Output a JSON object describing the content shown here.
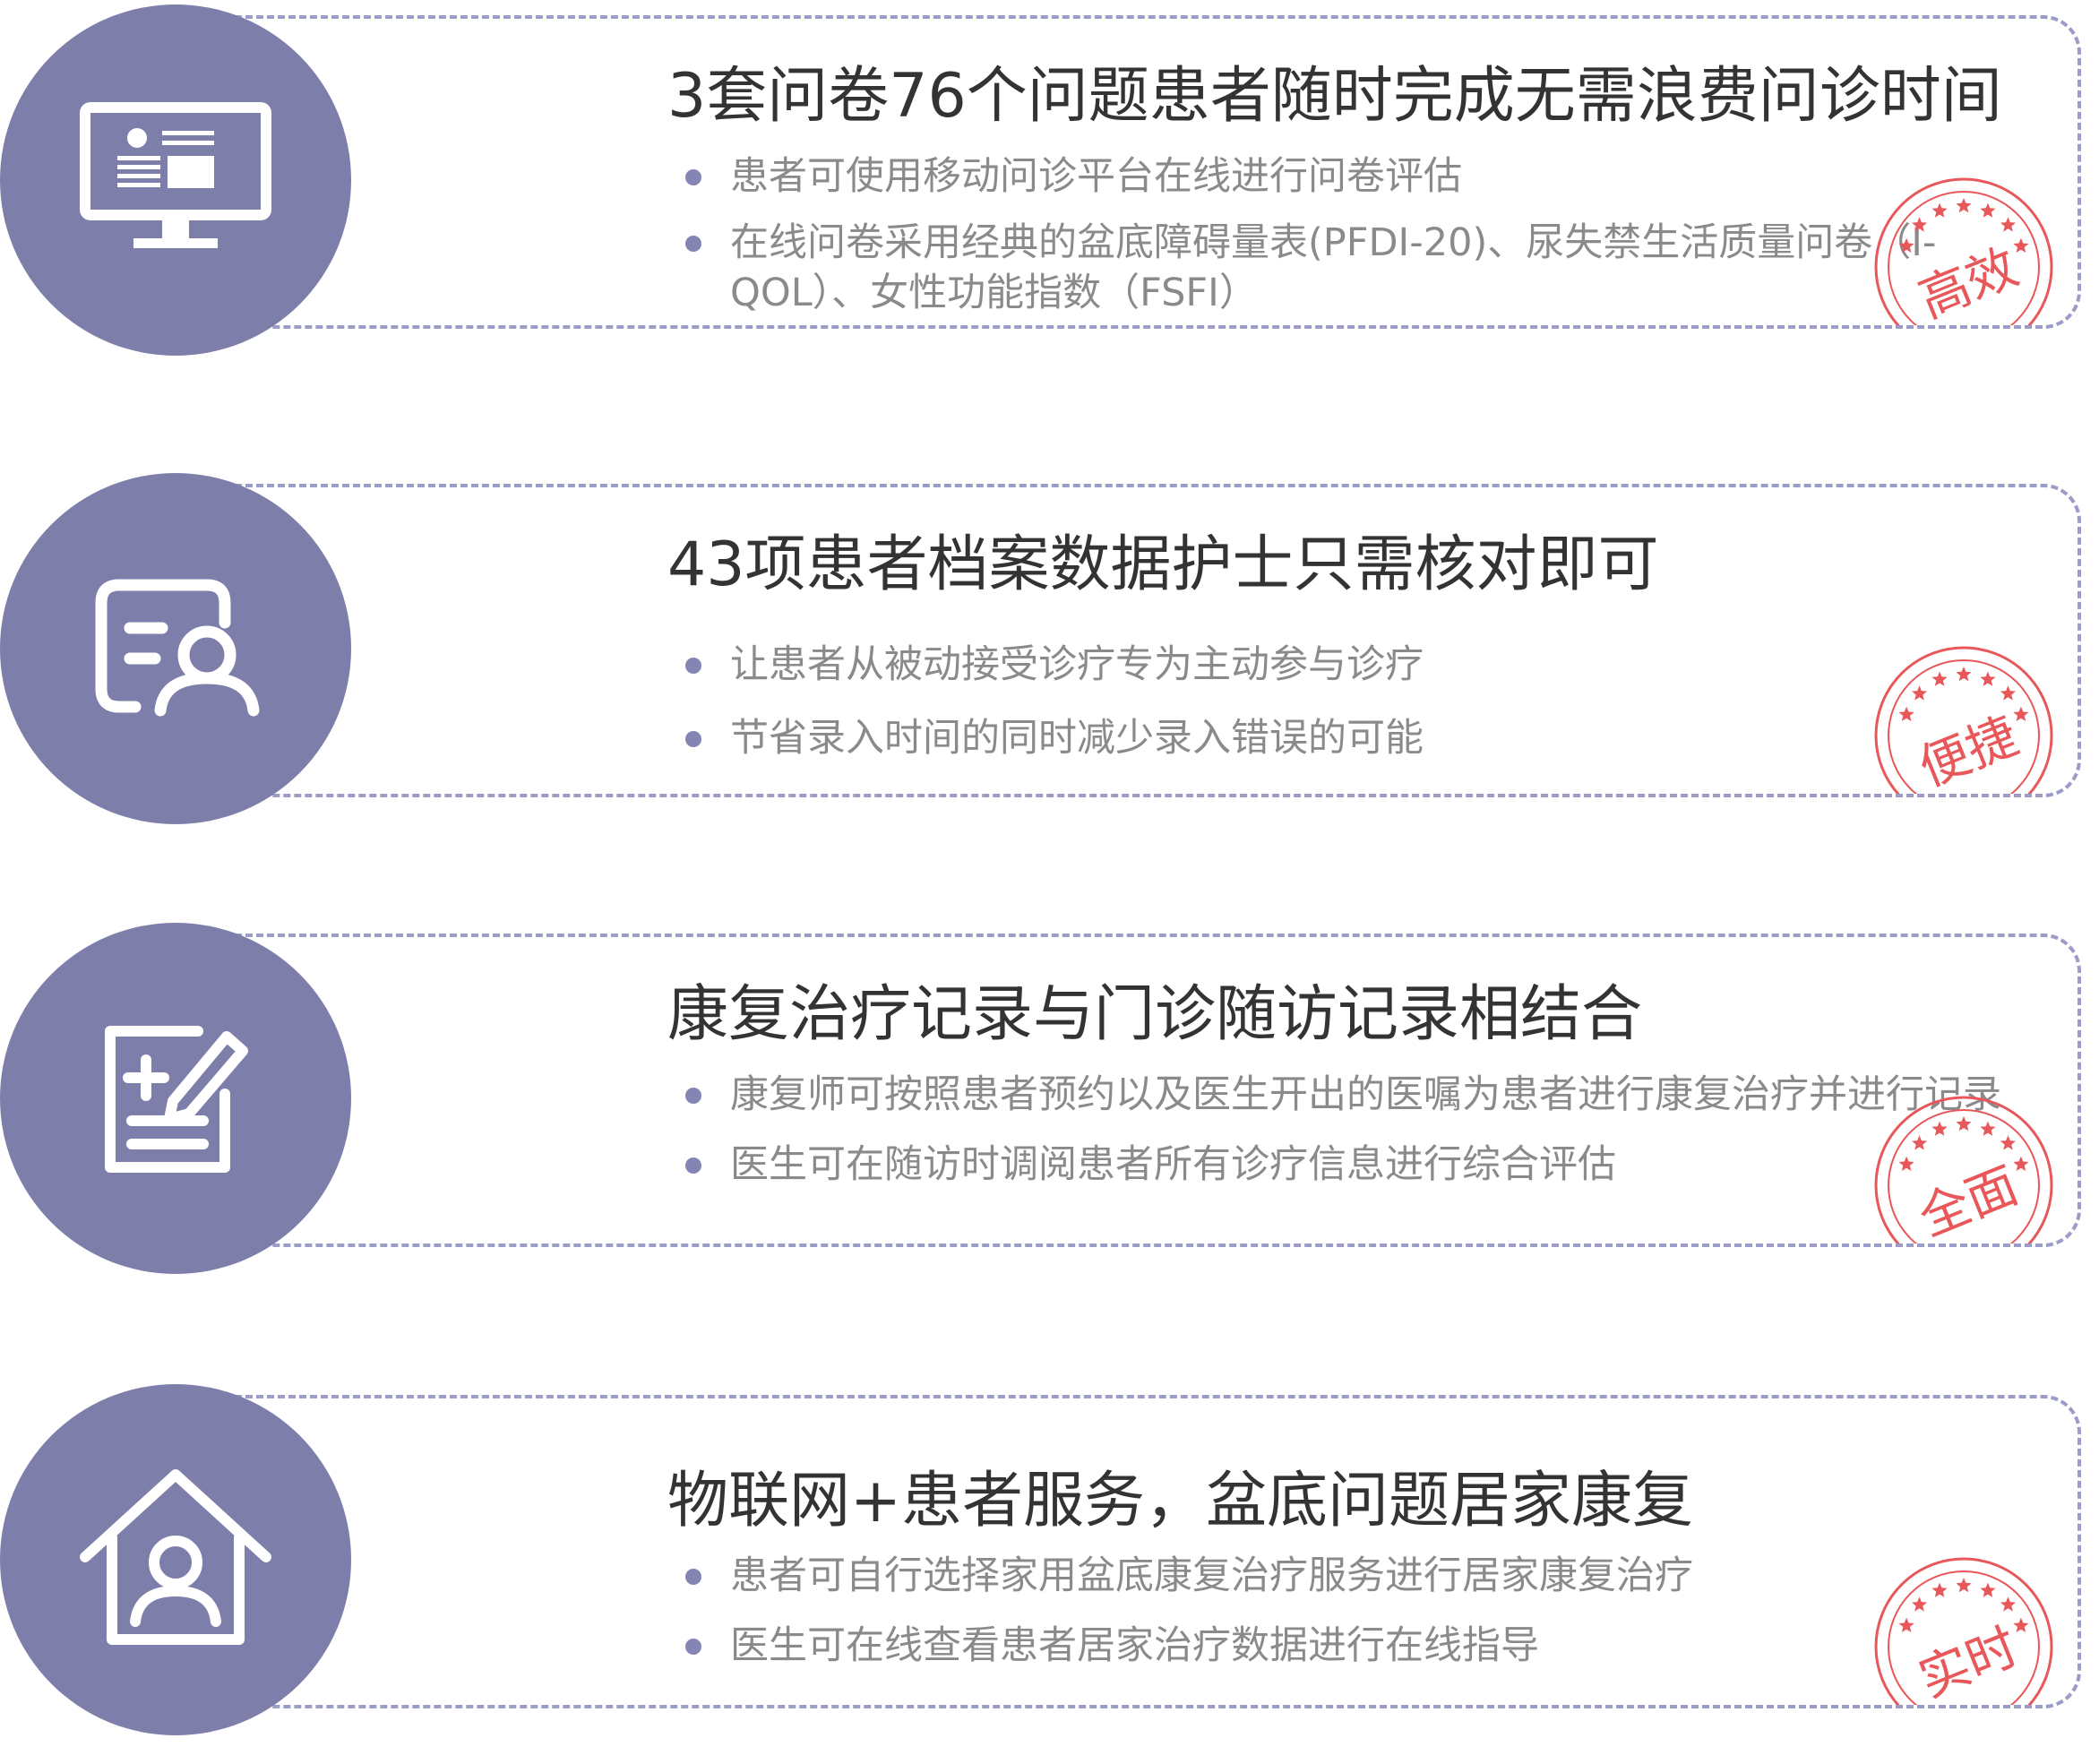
{
  "colors": {
    "circle": "#7e7eab",
    "border": "#9c9cc8",
    "bullet_dot": "#8585b5",
    "title": "#333333",
    "text": "#8a8a8a",
    "stamp": "#e8575a"
  },
  "sections": [
    {
      "icon": "monitor-icon",
      "title": "3套问卷76个问题患者随时完成无需浪费问诊时间",
      "bullets": [
        "患者可使用移动问诊平台在线进行问卷评估",
        "在线问卷采用经典的盆底障碍量表(PFDI-20)、尿失禁生活质量问卷（I-QOL）、女性功能指数（FSFI）"
      ],
      "stamp": "高效"
    },
    {
      "icon": "profile-card-icon",
      "title": "43项患者档案数据护士只需核对即可",
      "bullets": [
        "让患者从被动接受诊疗专为主动参与诊疗",
        "节省录入时间的同时减少录入错误的可能"
      ],
      "stamp": "便捷"
    },
    {
      "icon": "edit-document-icon",
      "title": "康复治疗记录与门诊随访记录相结合",
      "bullets": [
        "康复师可按照患者预约以及医生开出的医嘱为患者进行康复治疗并进行记录",
        "医生可在随访时调阅患者所有诊疗信息进行综合评估"
      ],
      "stamp": "全面"
    },
    {
      "icon": "home-user-icon",
      "title": "物联网+患者服务，盆底问题居家康复",
      "bullets": [
        "患者可自行选择家用盆底康复治疗服务进行居家康复治疗",
        "医生可在线查看患者居家治疗数据进行在线指导"
      ],
      "stamp": "实时"
    }
  ]
}
